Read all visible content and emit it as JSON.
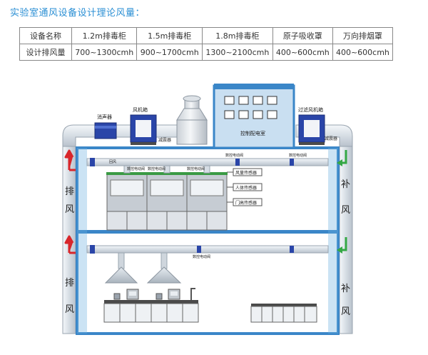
{
  "title": "实验室通风设备设计理论风量：",
  "table": {
    "header": [
      "设备名称",
      "1.2m排毒柜",
      "1.5m排毒柜",
      "1.8m排毒柜",
      "原子吸收罩",
      "万向排烟罩"
    ],
    "row": [
      "设计排风量",
      "700~1300cmh",
      "900~1700cmh",
      "1300~2100cmh",
      "400~600cmh",
      "400~600cmh"
    ]
  },
  "diagram": {
    "silencer": "消声器",
    "fan_box": "风机箱",
    "damper": "减震器",
    "control_room": "控制配电室",
    "filter_fan_box": "过滤风机箱",
    "damper_right": "减震器",
    "valve_1": "数控电动阀",
    "valve_2": "数控电动阀",
    "valve_3": "数控电动阀",
    "valve_4": "数控电动阀",
    "valve_top_1": "数控电动阀",
    "valve_top_2": "数控电动阀",
    "return_label": "回风",
    "sensor_airflow": "风量传感器",
    "sensor_body": "人体传感器",
    "sensor_door": "门高传感器",
    "exhaust_upper": [
      "排",
      "风"
    ],
    "exhaust_lower": [
      "排",
      "风"
    ],
    "supply_upper": [
      "补",
      "风"
    ],
    "supply_lower": [
      "补",
      "风"
    ]
  }
}
